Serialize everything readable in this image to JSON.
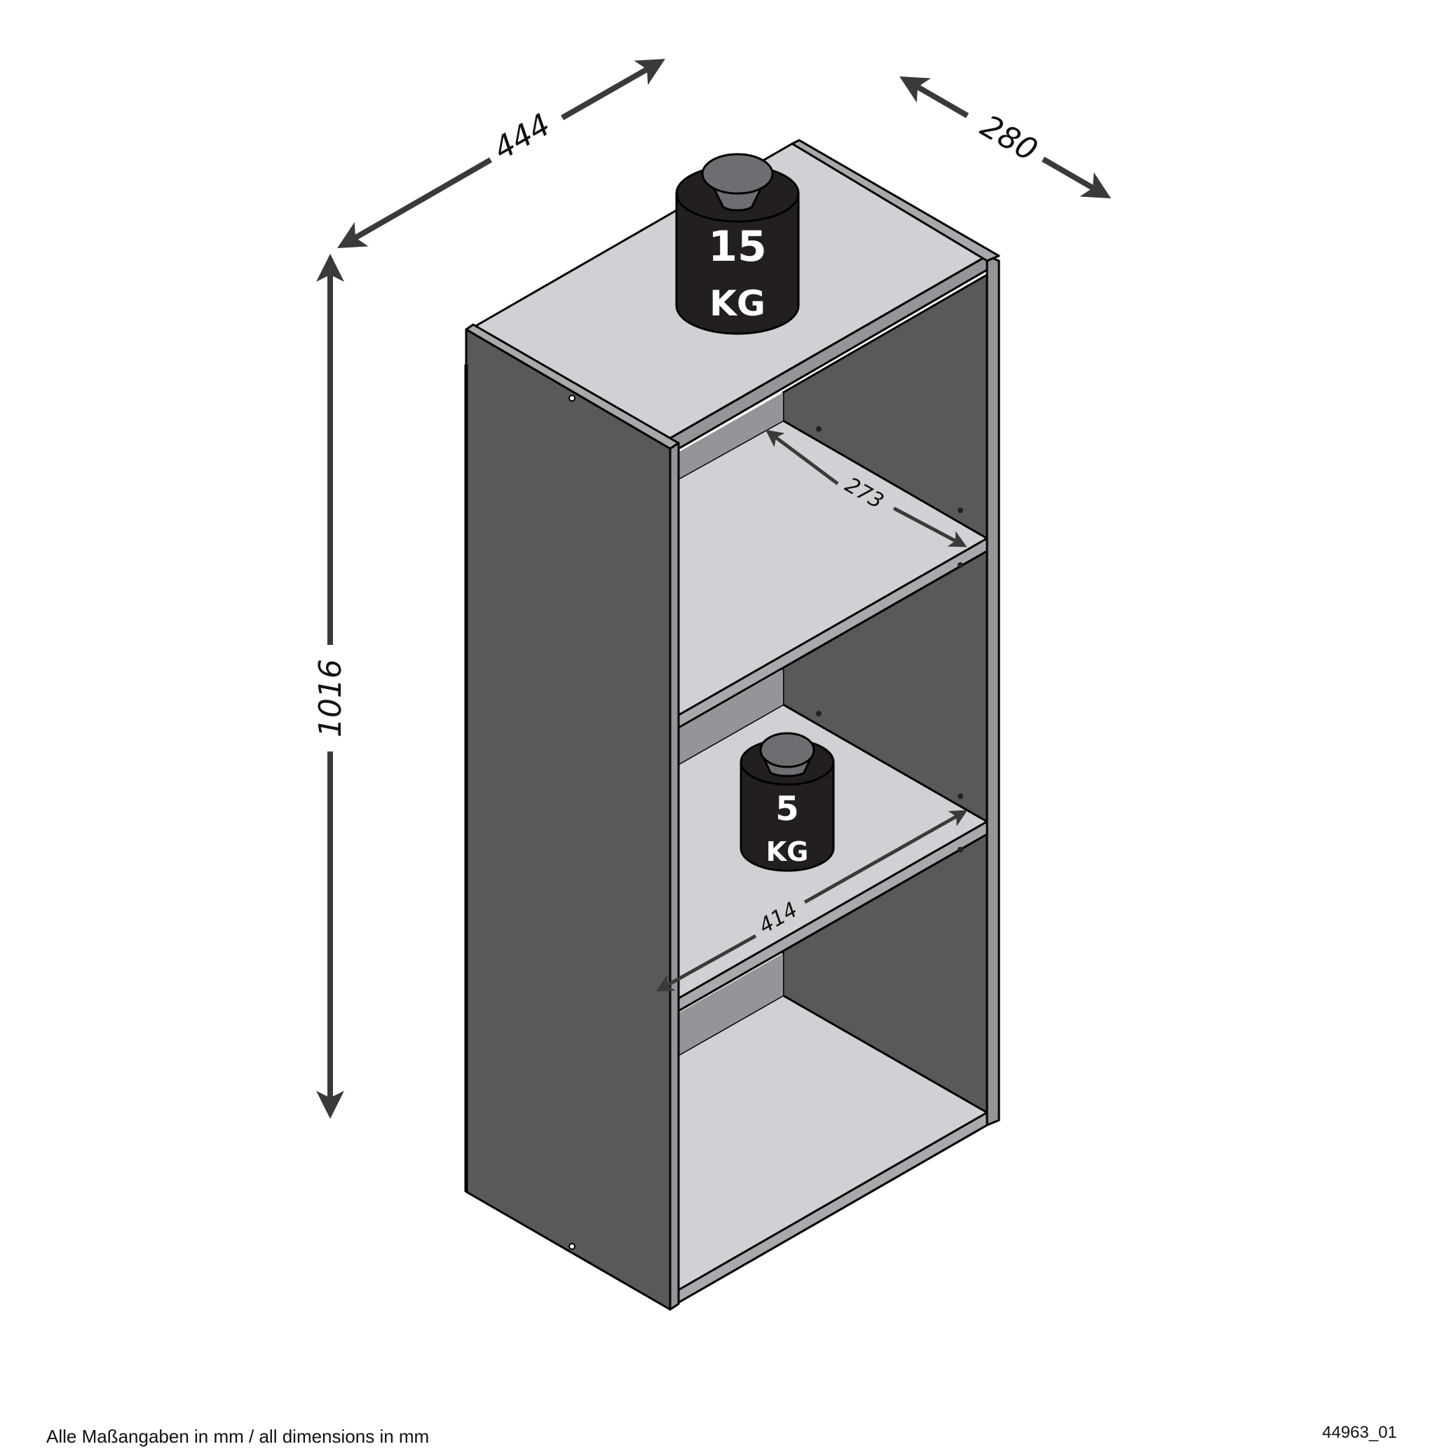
{
  "dimensions": {
    "width": "444",
    "depth": "280",
    "height": "1016",
    "shelf_depth": "273",
    "shelf_width": "414"
  },
  "weights": {
    "top": {
      "value": "15",
      "unit": "KG"
    },
    "shelf": {
      "value": "5",
      "unit": "KG"
    }
  },
  "footer": {
    "note": "Alle Maßangaben in mm / all dimensions in mm",
    "code": "44963_01"
  },
  "colors": {
    "panel_dark": "#58595b",
    "panel_light": "#d0d1d4",
    "edge_mid": "#939598",
    "back_shade": "#a7a9ac",
    "weight_body": "#231f20",
    "weight_knob": "#6d6e71",
    "arrow": "#3a3a3a"
  }
}
